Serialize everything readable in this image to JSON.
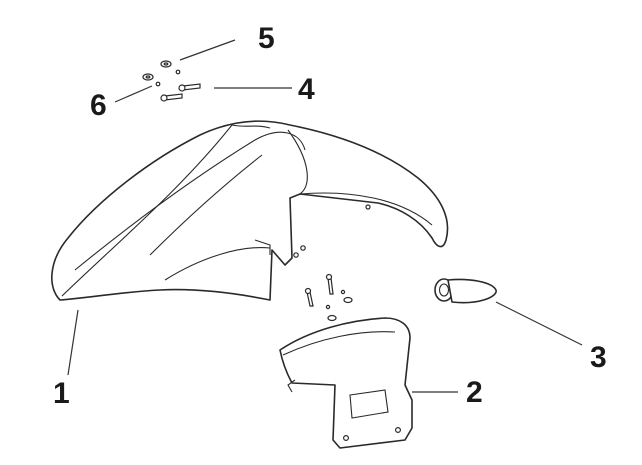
{
  "callouts": [
    {
      "id": "1",
      "label": "1"
    },
    {
      "id": "2",
      "label": "2"
    },
    {
      "id": "3",
      "label": "3"
    },
    {
      "id": "4",
      "label": "4"
    },
    {
      "id": "5",
      "label": "5"
    },
    {
      "id": "6",
      "label": "6"
    }
  ],
  "icons": {
    "fender": "front-fender-icon",
    "bracket": "mud-guard-bracket-icon",
    "reflector": "reflector-icon",
    "screw": "screw-icon",
    "washer": "washer-icon"
  },
  "colors": {
    "line": "#2a2a2a",
    "background": "#ffffff"
  }
}
